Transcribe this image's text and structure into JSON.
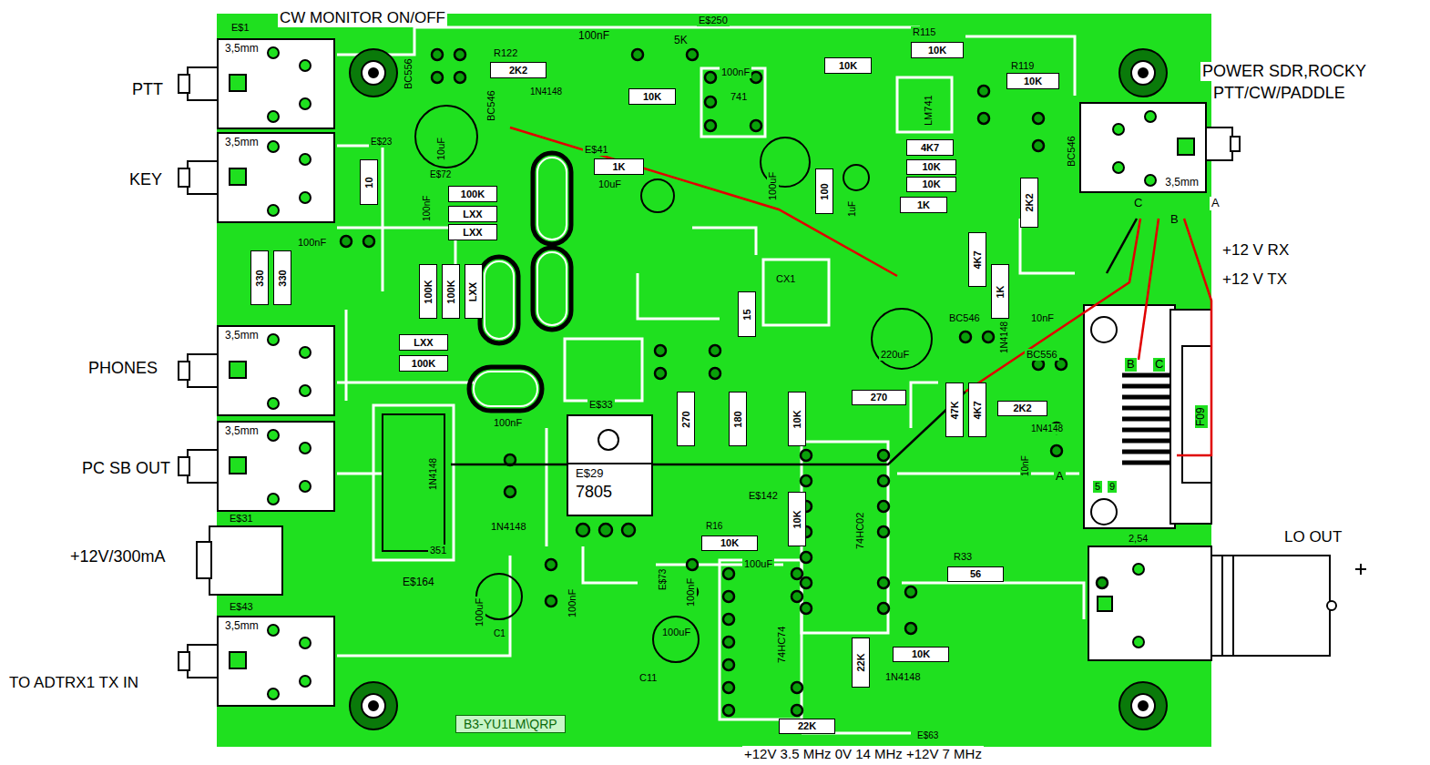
{
  "diagram": {
    "nodes": [
      {
        "text": [
          "3,5mm"
        ]
      },
      {
        "text": [
          "3,5mm"
        ]
      },
      {
        "text": [
          "3,5mm"
        ]
      },
      {
        "text": [
          "3,5mm"
        ]
      },
      {
        "text": [
          "3,5mm"
        ]
      },
      {
        "text": [
          "3,5mm"
        ]
      },
      {
        "text": [
          "2K2"
        ]
      },
      {
        "text": [
          "10K"
        ]
      },
      {
        "text": [
          "10K"
        ]
      },
      {
        "text": [
          "10K"
        ]
      },
      {
        "text": [
          "10K"
        ]
      },
      {
        "text": [
          "1K"
        ]
      },
      {
        "text": [
          "100K"
        ]
      },
      {
        "text": [
          "LXX"
        ]
      },
      {
        "text": [
          "LXX"
        ]
      },
      {
        "text": [
          "4K7"
        ]
      },
      {
        "text": [
          "10K"
        ]
      },
      {
        "text": [
          "10K"
        ]
      },
      {
        "text": [
          "1K"
        ]
      },
      {
        "text": [
          "LXX"
        ]
      },
      {
        "text": [
          "100K"
        ]
      },
      {
        "text": [
          "270"
        ]
      },
      {
        "text": [
          "2K2"
        ]
      },
      {
        "text": [
          "56"
        ]
      },
      {
        "text": [
          "10K"
        ]
      },
      {
        "text": [
          "22K"
        ]
      },
      {
        "text": [
          "10K"
        ]
      },
      {
        "text": [
          "330"
        ]
      },
      {
        "text": [
          "330"
        ]
      },
      {
        "text": [
          "100K"
        ]
      },
      {
        "text": [
          "100K"
        ]
      },
      {
        "text": [
          "LXX"
        ]
      },
      {
        "text": [
          "10"
        ]
      },
      {
        "text": [
          "270"
        ]
      },
      {
        "text": [
          "180"
        ]
      },
      {
        "text": [
          "15"
        ]
      },
      {
        "text": [
          "100"
        ]
      },
      {
        "text": [
          "10K"
        ]
      },
      {
        "text": [
          "10K"
        ]
      },
      {
        "text": [
          "22K"
        ]
      },
      {
        "text": [
          "47K"
        ]
      },
      {
        "text": [
          "4K7"
        ]
      },
      {
        "text": [
          "4K7"
        ]
      },
      {
        "text": [
          "1K"
        ]
      },
      {
        "text": [
          "2K2"
        ]
      },
      {
        "text": [
          "E$29",
          "7805"
        ]
      }
    ],
    "labels": [
      "CW MONITOR ON/OFF",
      "PTT",
      "KEY",
      "PHONES",
      "PC SB OUT",
      "+12V/300mA",
      "TO ADTRX1 TX IN",
      "POWER SDR,ROCKY",
      "PTT/CW/PADDLE",
      "+12 V RX",
      "+12 V TX",
      "LO OUT",
      "+12V 3.5 MHz 0V 14 MHz +12V 7 MHz",
      "E$1",
      "R122",
      "100nF",
      "5K",
      "E$250",
      "100nF",
      "R115",
      "R119",
      "BC556",
      "BC546",
      "1N4148",
      "741",
      "LM741",
      "10uF",
      "E$41",
      "10uF",
      "100uF",
      "1uF",
      "E$23",
      "E$72",
      "100nF",
      "100nF",
      "E$142",
      "BC546",
      "BC556",
      "BC546",
      "220uF",
      "CX1",
      "E$33",
      "E$164",
      "351",
      "1N4148",
      "1N4148",
      "100uF",
      "100nF",
      "100nF",
      "100nF",
      "E$73",
      "100uF",
      "C11",
      "C1",
      "E$31",
      "E$43",
      "100uF",
      "R33",
      "74HC02",
      "74HC74",
      "1N4148",
      "E$63",
      "R16",
      "F09",
      "2,54",
      "A",
      "B",
      "C",
      "B",
      "C",
      "A",
      "5",
      "9",
      "1N4148",
      "10nF",
      "10nF",
      "1N4148",
      "B3-YU1LM\\QRP"
    ]
  }
}
